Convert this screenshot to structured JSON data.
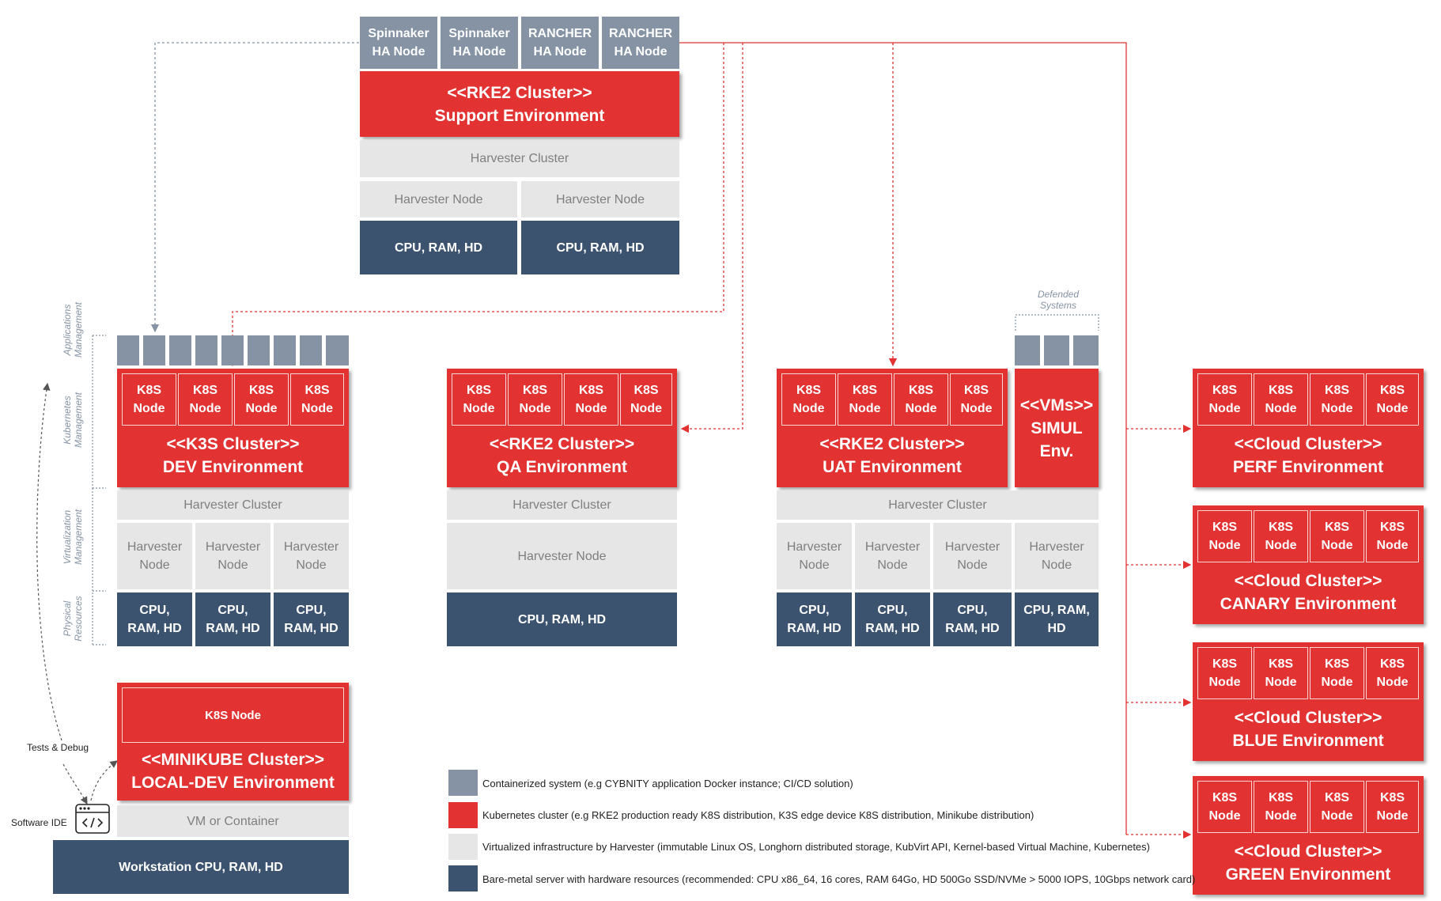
{
  "support": {
    "ha_nodes": [
      "Spinnaker\nHA Node",
      "Spinnaker\nHA Node",
      "RANCHER\nHA Node",
      "RANCHER\nHA Node"
    ],
    "cluster": "<<RKE2 Cluster>>\nSupport Environment",
    "harvester_cluster": "Harvester Cluster",
    "harvester_nodes": [
      "Harvester Node",
      "Harvester Node"
    ],
    "hardware": [
      "CPU, RAM, HD",
      "CPU, RAM, HD"
    ]
  },
  "layers": {
    "applications": "Applications\nManagement",
    "kubernetes": "Kubernetes\nManagement",
    "virtualization": "Virtualization\nManagement",
    "physical": "Physical\nResources"
  },
  "dev": {
    "k8s_nodes": [
      "K8S\nNode",
      "K8S\nNode",
      "K8S\nNode",
      "K8S\nNode"
    ],
    "cluster": "<<K3S Cluster>>\nDEV Environment",
    "harvester_cluster": "Harvester Cluster",
    "harvester_nodes": [
      "Harvester\nNode",
      "Harvester\nNode",
      "Harvester\nNode"
    ],
    "hardware": [
      "CPU,\nRAM, HD",
      "CPU,\nRAM, HD",
      "CPU,\nRAM, HD"
    ]
  },
  "qa": {
    "k8s_nodes": [
      "K8S\nNode",
      "K8S\nNode",
      "K8S\nNode",
      "K8S\nNode"
    ],
    "cluster": "<<RKE2 Cluster>>\nQA Environment",
    "harvester_cluster": "Harvester Cluster",
    "harvester_node": "Harvester Node",
    "hardware": "CPU, RAM, HD"
  },
  "uat": {
    "k8s_nodes": [
      "K8S\nNode",
      "K8S\nNode",
      "K8S\nNode",
      "K8S\nNode"
    ],
    "cluster": "<<RKE2 Cluster>>\nUAT Environment",
    "simul": "<<VMs>>\nSIMUL\nEnv.",
    "defended_systems": "Defended\nSystems",
    "harvester_cluster": "Harvester Cluster",
    "harvester_nodes": [
      "Harvester\nNode",
      "Harvester\nNode",
      "Harvester\nNode",
      "Harvester\nNode"
    ],
    "hardware": [
      "CPU,\nRAM, HD",
      "CPU,\nRAM, HD",
      "CPU,\nRAM, HD",
      "CPU, RAM,\nHD"
    ]
  },
  "cloud": [
    {
      "k8s_nodes": [
        "K8S\nNode",
        "K8S\nNode",
        "K8S\nNode",
        "K8S\nNode"
      ],
      "cluster": "<<Cloud Cluster>>\nPERF Environment"
    },
    {
      "k8s_nodes": [
        "K8S\nNode",
        "K8S\nNode",
        "K8S\nNode",
        "K8S\nNode"
      ],
      "cluster": "<<Cloud Cluster>>\nCANARY Environment"
    },
    {
      "k8s_nodes": [
        "K8S\nNode",
        "K8S\nNode",
        "K8S\nNode",
        "K8S\nNode"
      ],
      "cluster": "<<Cloud Cluster>>\nBLUE Environment"
    },
    {
      "k8s_nodes": [
        "K8S\nNode",
        "K8S\nNode",
        "K8S\nNode",
        "K8S\nNode"
      ],
      "cluster": "<<Cloud Cluster>>\nGREEN Environment"
    }
  ],
  "local": {
    "k8s_node": "K8S Node",
    "cluster": "<<MINIKUBE Cluster>>\nLOCAL-DEV Environment",
    "vm": "VM or Container",
    "hardware": "Workstation CPU, RAM, HD",
    "tests_label": "Tests & Debug",
    "ide_label": "Software IDE",
    "ide_icon": "code-window-icon"
  },
  "legend": [
    {
      "color": "#8593a4",
      "text": "Containerized system (e.g CYBNITY application Docker instance; CI/CD solution)"
    },
    {
      "color": "#e23232",
      "text": "Kubernetes cluster (e.g RKE2 production ready K8S distribution, K3S edge device K8S distribution, Minikube distribution)"
    },
    {
      "color": "#e6e6e6",
      "text": "Virtualized infrastructure by Harvester (immutable Linux OS, Longhorn distributed storage, KubVirt API, Kernel-based Virtual Machine, Kubernetes)"
    },
    {
      "color": "#3c5370",
      "text": "Bare-metal server with hardware resources (recommended: CPU x86_64, 16 cores, RAM 64Go, HD 500Go SSD/NVMe > 5000 IOPS, 10Gbps network card)"
    }
  ],
  "colors": {
    "container": "#8593a4",
    "kubernetes": "#e23232",
    "virtualization": "#e6e6e6",
    "baremetal": "#3c5370",
    "connector": "#e23232"
  }
}
